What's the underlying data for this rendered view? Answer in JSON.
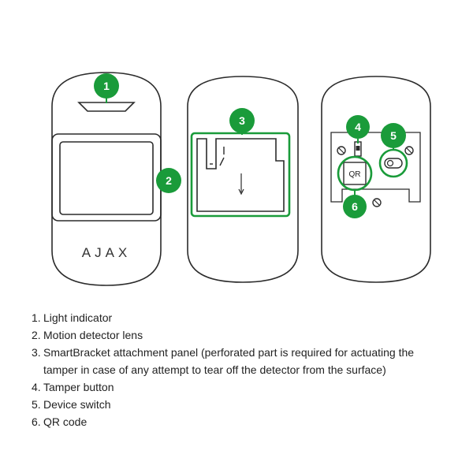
{
  "diagram": {
    "brand": "AJAX",
    "qr_label": "QR",
    "accent": "#1a9b3a",
    "callouts": [
      "1",
      "2",
      "3",
      "4",
      "5",
      "6"
    ]
  },
  "legend": [
    {
      "num": "1.",
      "text": "Light indicator"
    },
    {
      "num": "2.",
      "text": "Motion detector lens"
    },
    {
      "num": "3.",
      "text": "SmartBracket attachment panel (perforated part is required for actuating the tamper in case of any attempt to tear off the detector from the surface)"
    },
    {
      "num": "4.",
      "text": "Tamper button"
    },
    {
      "num": "5.",
      "text": "Device switch"
    },
    {
      "num": "6.",
      "text": "QR code"
    }
  ]
}
